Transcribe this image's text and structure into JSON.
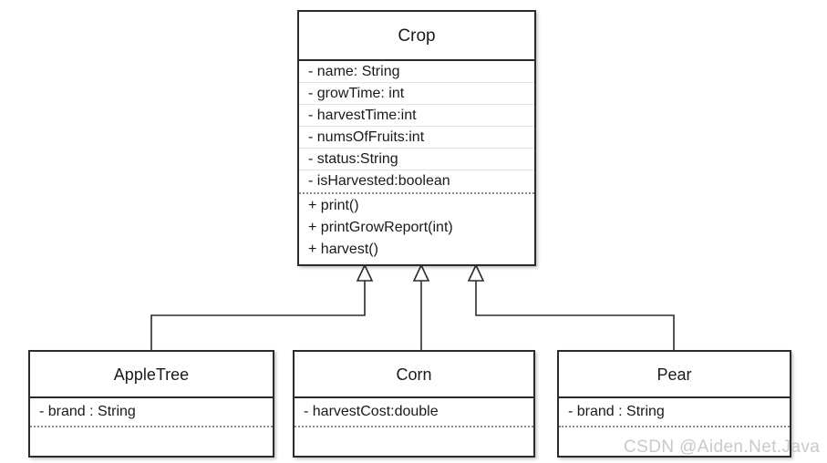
{
  "diagram": {
    "type": "uml-class-diagram",
    "relationship": "generalization",
    "stroke_color": "#2b2b2b",
    "background_color": "#ffffff"
  },
  "parent": {
    "name": "Crop",
    "attributes": [
      "- name: String",
      "- growTime: int",
      "- harvestTime:int",
      "- numsOfFruits:int",
      "- status:String",
      "- isHarvested:boolean"
    ],
    "methods": [
      "+ print()",
      "+ printGrowReport(int)",
      "+ harvest()"
    ]
  },
  "children": [
    {
      "name": "AppleTree",
      "attributes": [
        "- brand : String"
      ],
      "methods": []
    },
    {
      "name": "Corn",
      "attributes": [
        "- harvestCost:double"
      ],
      "methods": []
    },
    {
      "name": "Pear",
      "attributes": [
        "- brand : String"
      ],
      "methods": []
    }
  ],
  "watermark": {
    "text": "CSDN @Aiden.Net.Java",
    "color": "#c9c9c9"
  }
}
